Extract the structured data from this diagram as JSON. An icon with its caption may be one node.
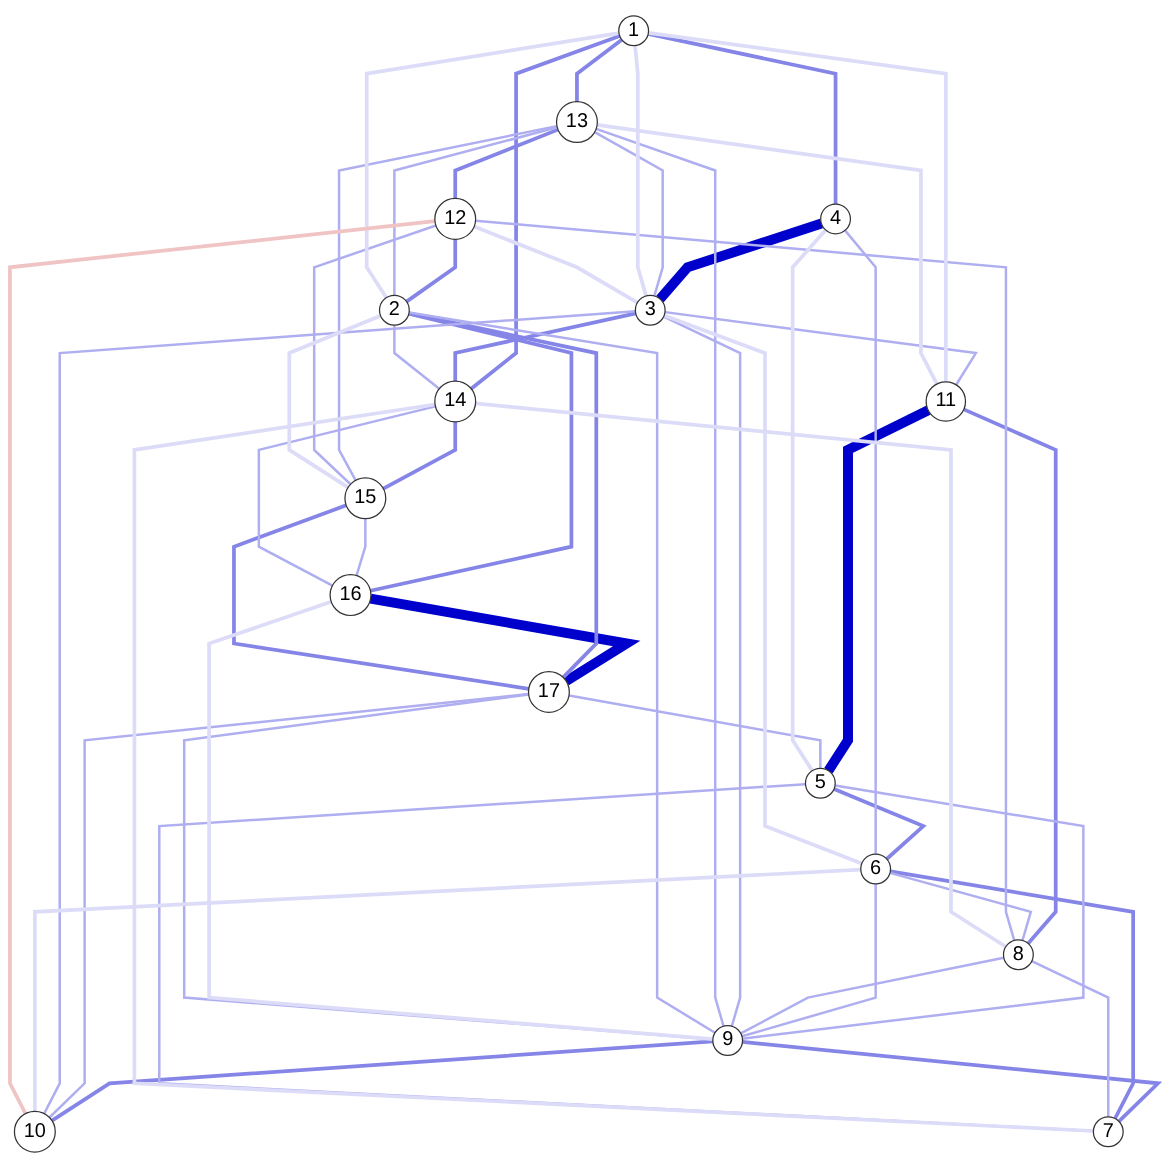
{
  "diagram": {
    "nodes": [
      {
        "text": [
          "1"
        ]
      },
      {
        "text": [
          "2"
        ]
      },
      {
        "text": [
          "3"
        ]
      },
      {
        "text": [
          "4"
        ]
      },
      {
        "text": [
          "5"
        ]
      },
      {
        "text": [
          "6"
        ]
      },
      {
        "text": [
          "7"
        ]
      },
      {
        "text": [
          "8"
        ]
      },
      {
        "text": [
          "9"
        ]
      },
      {
        "text": [
          "10"
        ]
      },
      {
        "text": [
          "11"
        ]
      },
      {
        "text": [
          "12"
        ]
      },
      {
        "text": [
          "13"
        ]
      },
      {
        "text": [
          "14"
        ]
      },
      {
        "text": [
          "15"
        ]
      },
      {
        "text": [
          "16"
        ]
      },
      {
        "text": [
          "17"
        ]
      }
    ],
    "edges": [
      {
        "from": 15,
        "to": 16,
        "arrow": "none",
        "style": "thick",
        "color": "#0000cc"
      },
      {
        "from": 3,
        "to": 2,
        "arrow": "none",
        "style": "thick",
        "color": "#0000cc"
      },
      {
        "from": 10,
        "to": 4,
        "arrow": "none",
        "style": "thick",
        "color": "#0000cc"
      },
      {
        "from": 0,
        "to": 12,
        "arrow": "none",
        "color": "#8585e8"
      },
      {
        "from": 0,
        "to": 13,
        "arrow": "none",
        "color": "#8585e8"
      },
      {
        "from": 0,
        "to": 3,
        "arrow": "none",
        "color": "#8585e8"
      },
      {
        "from": 12,
        "to": 11,
        "arrow": "none",
        "color": "#8585e8"
      },
      {
        "from": 11,
        "to": 1,
        "arrow": "none",
        "color": "#8585e8"
      },
      {
        "from": 1,
        "to": 15,
        "arrow": "none",
        "color": "#8585e8"
      },
      {
        "from": 1,
        "to": 16,
        "arrow": "none",
        "color": "#8585e8"
      },
      {
        "from": 13,
        "to": 14,
        "arrow": "none",
        "color": "#8585e8"
      },
      {
        "from": 14,
        "to": 16,
        "arrow": "none",
        "color": "#8585e8"
      },
      {
        "from": 2,
        "to": 13,
        "arrow": "none",
        "color": "#8585e8"
      },
      {
        "from": 4,
        "to": 5,
        "arrow": "none",
        "color": "#8585e8"
      },
      {
        "from": 10,
        "to": 7,
        "arrow": "none",
        "color": "#8585e8"
      },
      {
        "from": 8,
        "to": 6,
        "arrow": "none",
        "color": "#8585e8"
      },
      {
        "from": 8,
        "to": 9,
        "arrow": "none",
        "color": "#8585e8"
      },
      {
        "from": 5,
        "to": 6,
        "arrow": "none",
        "color": "#8585e8"
      },
      {
        "from": 14,
        "to": 15,
        "arrow": "none"
      },
      {
        "from": 5,
        "to": 7,
        "arrow": "none"
      },
      {
        "from": 7,
        "to": 6,
        "arrow": "none"
      },
      {
        "from": 2,
        "to": 10,
        "arrow": "none"
      },
      {
        "from": 3,
        "to": 5,
        "arrow": "none"
      },
      {
        "from": 16,
        "to": 9,
        "arrow": "none"
      },
      {
        "from": 1,
        "to": 13,
        "arrow": "none"
      },
      {
        "from": 12,
        "to": 14,
        "arrow": "none"
      },
      {
        "from": 11,
        "to": 14,
        "arrow": "none"
      },
      {
        "from": 12,
        "to": 1,
        "arrow": "none"
      },
      {
        "from": 4,
        "to": 6,
        "arrow": "none"
      },
      {
        "from": 4,
        "to": 8,
        "arrow": "none"
      },
      {
        "from": 5,
        "to": 8,
        "arrow": "none"
      },
      {
        "from": 7,
        "to": 8,
        "arrow": "none"
      },
      {
        "from": 2,
        "to": 8,
        "arrow": "none"
      },
      {
        "from": 13,
        "to": 15,
        "arrow": "none"
      },
      {
        "from": 12,
        "to": 2,
        "arrow": "none"
      },
      {
        "from": 2,
        "to": 9,
        "arrow": "none"
      },
      {
        "from": 11,
        "to": 7,
        "arrow": "none"
      },
      {
        "from": 12,
        "to": 8,
        "arrow": "none"
      },
      {
        "from": 8,
        "to": 16,
        "arrow": "none"
      },
      {
        "from": 16,
        "to": 4,
        "arrow": "none"
      },
      {
        "from": 1,
        "to": 8,
        "arrow": "none"
      },
      {
        "from": 0,
        "to": 2,
        "arrow": "none",
        "color": "#dcdcf8"
      },
      {
        "from": 0,
        "to": 10,
        "arrow": "none",
        "color": "#dcdcf8"
      },
      {
        "from": 0,
        "to": 1,
        "arrow": "none",
        "color": "#dcdcf8"
      },
      {
        "from": 3,
        "to": 4,
        "arrow": "none",
        "color": "#dcdcf8"
      },
      {
        "from": 2,
        "to": 5,
        "arrow": "none",
        "color": "#dcdcf8"
      },
      {
        "from": 5,
        "to": 9,
        "arrow": "none",
        "color": "#dcdcf8"
      },
      {
        "from": 12,
        "to": 10,
        "arrow": "none",
        "color": "#dcdcf8"
      },
      {
        "from": 13,
        "to": 7,
        "arrow": "none",
        "color": "#dcdcf8"
      },
      {
        "from": 13,
        "to": 6,
        "arrow": "none",
        "color": "#dcdcf8"
      },
      {
        "from": 1,
        "to": 14,
        "arrow": "none",
        "color": "#dcdcf8"
      },
      {
        "from": 15,
        "to": 8,
        "arrow": "none",
        "color": "#dcdcf8"
      },
      {
        "from": 11,
        "to": 2,
        "arrow": "none",
        "color": "#dcdcf8"
      },
      {
        "from": 11,
        "to": 9,
        "arrow": "none",
        "color": "#f0c4c4"
      }
    ]
  }
}
